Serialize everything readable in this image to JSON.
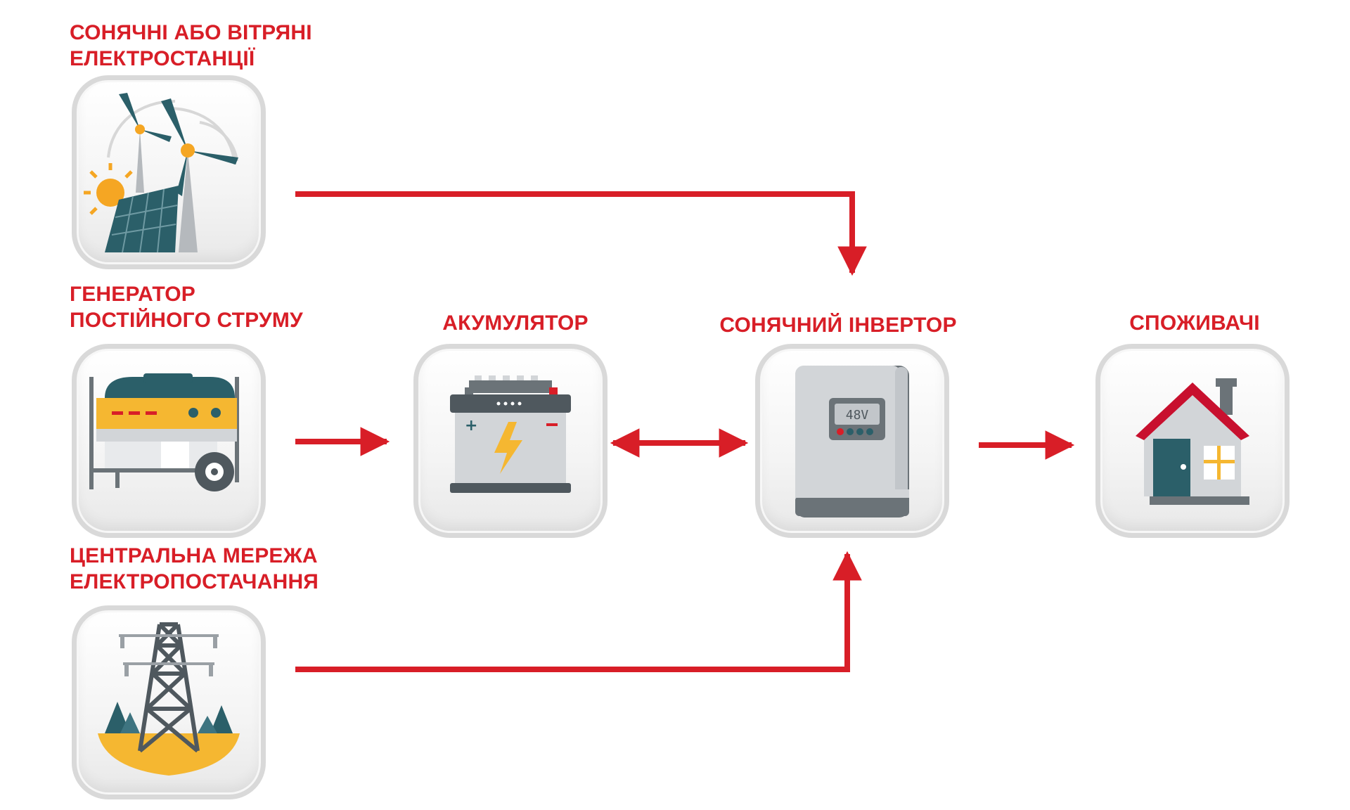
{
  "nodes": {
    "renewables": {
      "line1": "СОНЯЧНІ АБО ВІТРЯНІ",
      "line2": "ЕЛЕКТРОСТАНЦІЇ",
      "icon": "wind-solar-icon"
    },
    "generator": {
      "line1": "ГЕНЕРАТОР",
      "line2": "ПОСТІЙНОГО СТРУМУ",
      "icon": "generator-icon"
    },
    "grid": {
      "line1": "ЦЕНТРАЛЬНА МЕРЕЖА",
      "line2": "ЕЛЕКТРОПОСТАЧАННЯ",
      "icon": "power-tower-icon"
    },
    "battery": {
      "label": "АКУМУЛЯТОР",
      "icon": "battery-icon"
    },
    "inverter": {
      "label": "СОНЯЧНИЙ ІНВЕРТОР",
      "display": "48V",
      "icon": "inverter-icon"
    },
    "consumers": {
      "label": "СПОЖИВАЧІ",
      "icon": "house-icon"
    }
  },
  "colors": {
    "accent": "#d81e27",
    "tile_border": "#d9d9d9"
  }
}
